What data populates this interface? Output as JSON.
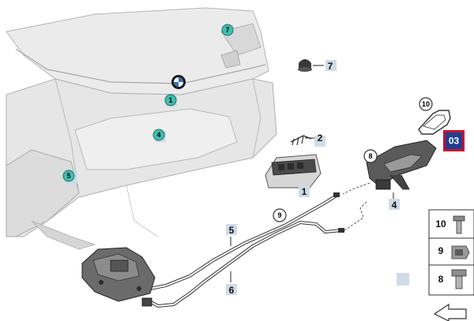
{
  "diagram": {
    "bumper_callouts": [
      {
        "id": "callout-7-top",
        "label": "7"
      },
      {
        "id": "callout-1-emblem",
        "label": "1"
      },
      {
        "id": "callout-4-bumper",
        "label": "4"
      },
      {
        "id": "callout-5-bumper",
        "label": "5"
      }
    ],
    "item_callouts": [
      {
        "id": "callout-10",
        "label": "10"
      },
      {
        "id": "callout-8",
        "label": "8"
      },
      {
        "id": "callout-9",
        "label": "9"
      }
    ],
    "position_numbers": [
      {
        "id": "pos-7",
        "label": "7"
      },
      {
        "id": "pos-2",
        "label": "2"
      },
      {
        "id": "pos-1",
        "label": "1"
      },
      {
        "id": "pos-4",
        "label": "4"
      },
      {
        "id": "pos-5",
        "label": "5"
      },
      {
        "id": "pos-6",
        "label": "6"
      }
    ],
    "legend_items": [
      {
        "label": "10",
        "part": "screw"
      },
      {
        "label": "9",
        "part": "clip"
      },
      {
        "label": "8",
        "part": "bolt"
      }
    ],
    "reference_tag": "03",
    "colors": {
      "teal_callout": "#3fbfb0",
      "reference_tag": "#c8102e",
      "reference_tag_fill": "#1f3f8f",
      "tag_background": "#cfdbe7",
      "bumper_gray": "#e6e6e6"
    }
  }
}
